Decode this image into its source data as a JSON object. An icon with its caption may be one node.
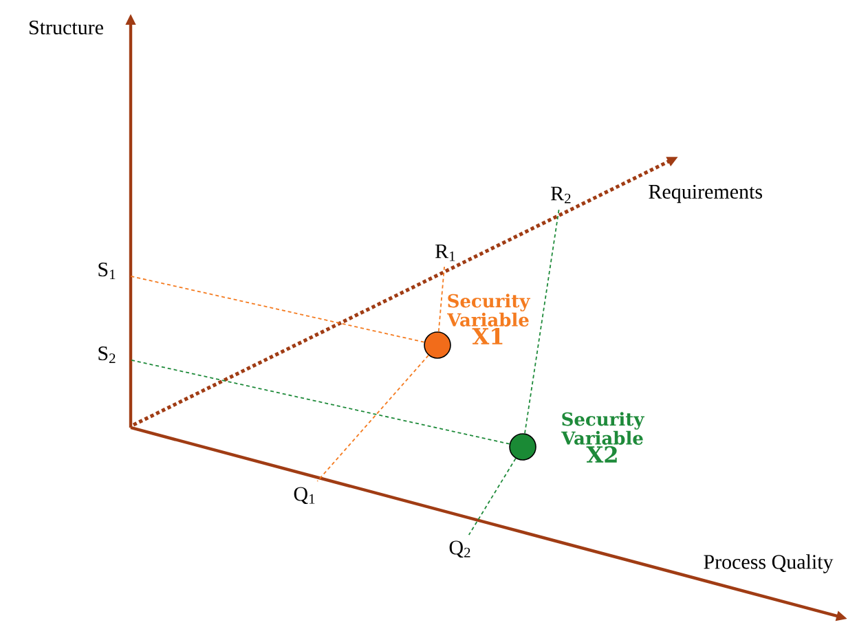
{
  "diagram": {
    "nodes": [
      {
        "text": [
          "S$_{1}$"
        ]
      },
      {
        "text": [
          "S$_{2}$"
        ]
      },
      {
        "text": [
          "R$_{1}$"
        ]
      },
      {
        "text": [
          "R$_{2}$"
        ]
      },
      {
        "text": [
          "Q$_{1}$"
        ]
      },
      {
        "text": [
          "Q$_{2}$"
        ]
      },
      {
        "text": [],
        "shape": "circle",
        "beside": [
          "Security Variable",
          "X1"
        ]
      },
      {
        "text": [],
        "shape": "circle",
        "beside": [
          "Security Variable",
          "X2"
        ]
      }
    ],
    "edges": [
      {
        "from": 6,
        "to": 0,
        "arrow": "none",
        "style": "dashed",
        "color": "#f47b20"
      },
      {
        "from": 6,
        "to": 2,
        "arrow": "none",
        "style": "dashed",
        "color": "#f47b20"
      },
      {
        "from": 6,
        "to": 4,
        "arrow": "none",
        "style": "dashed",
        "color": "#f47b20"
      },
      {
        "from": 7,
        "to": 1,
        "arrow": "none",
        "style": "dashed",
        "color": "#1e8a3a"
      },
      {
        "from": 7,
        "to": 3,
        "arrow": "none",
        "style": "dashed",
        "color": "#1e8a3a"
      },
      {
        "from": 7,
        "to": 5,
        "arrow": "none",
        "style": "dashed",
        "color": "#1e8a3a"
      }
    ],
    "labels": [
      "Structure",
      "Requirements",
      "Process Quality"
    ]
  }
}
